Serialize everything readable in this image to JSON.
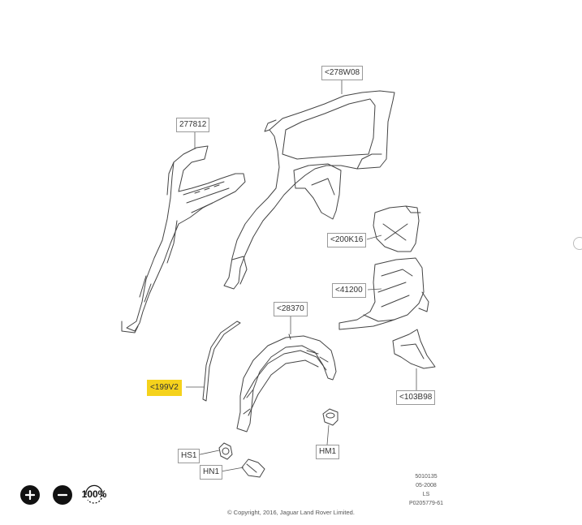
{
  "callouts": {
    "c278w08": "<278W08",
    "c277812": "277812",
    "c200k16": "<200K16",
    "c41200": "<41200",
    "c28370": "<28370",
    "c199v2": "<199V2",
    "c103b98": "<103B98",
    "hs1": "HS1",
    "hn1": "HN1",
    "hm1": "HM1"
  },
  "meta": {
    "line1": "5010135",
    "line2": "05-2008",
    "line3": "LS",
    "line4": "P0205779-61"
  },
  "copyright": "© Copyright, 2016, Jaguar Land Rover Limited.",
  "zoom": {
    "zoom_in_icon": "plus-icon",
    "zoom_out_icon": "minus-icon",
    "level": "100%"
  },
  "highlight_color": "#f5d21c"
}
